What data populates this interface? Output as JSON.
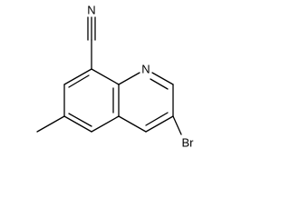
{
  "molecule": {
    "atoms": {
      "nitrile_n": "N",
      "ring_n": "N",
      "bromine": "Br"
    }
  }
}
